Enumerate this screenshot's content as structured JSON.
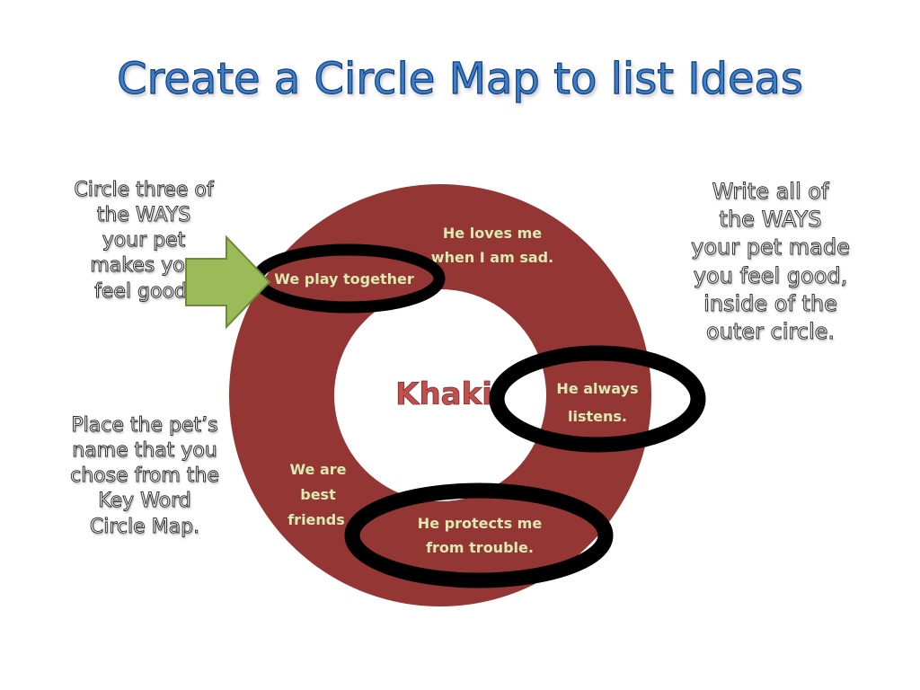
{
  "title": "Create a Circle Map to list Ideas",
  "instructions": {
    "circle_three": [
      "Circle three of",
      "the WAYS",
      "your pet",
      "makes you",
      "feel good."
    ],
    "place_name": [
      "Place the pet’s",
      "name that you",
      "chose from the",
      "Key Word",
      "Circle Map."
    ],
    "write_all": [
      "Write all of",
      "the WAYS",
      "your pet made",
      "you feel good,",
      "inside of the",
      "outer circle."
    ]
  },
  "center": {
    "name": "Khaki"
  },
  "ideas": [
    {
      "lines": [
        "He loves me",
        "when I am sad."
      ],
      "circled": false
    },
    {
      "lines": [
        "We play together"
      ],
      "circled": true
    },
    {
      "lines": [
        "He always",
        "listens."
      ],
      "circled": true
    },
    {
      "lines": [
        "We are",
        "best",
        "friends"
      ],
      "circled": false
    },
    {
      "lines": [
        "He protects me",
        "from trouble."
      ],
      "circled": true
    }
  ],
  "colors": {
    "ring": "#943634",
    "title": "#3d7fc6",
    "arrow": "#9bbb59",
    "idea_text": "#d9ebb0",
    "center_text": "#c0504d",
    "circle_mark": "#000000"
  },
  "icons": {
    "pointer": "right-arrow-icon"
  }
}
